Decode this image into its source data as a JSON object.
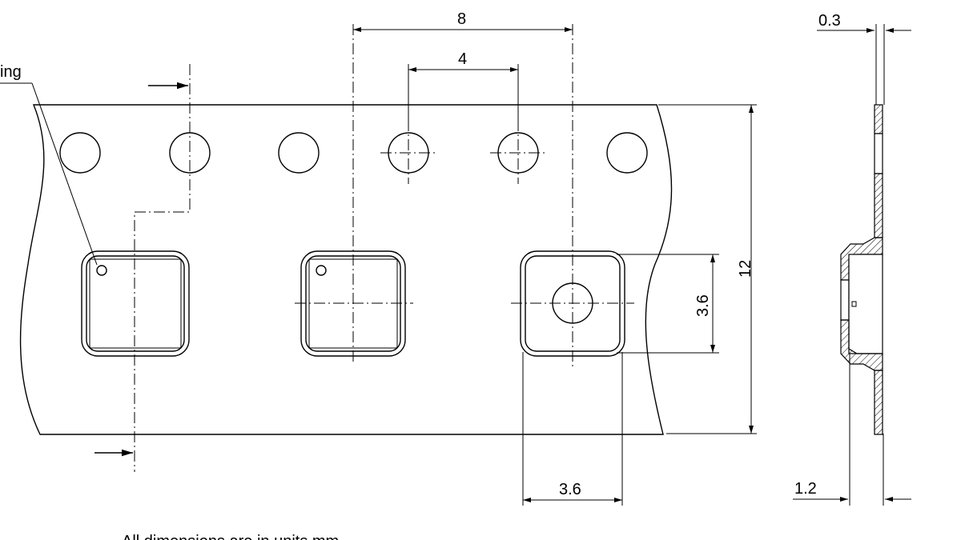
{
  "labels": {
    "pin1_marking": "ing",
    "pitch_8": "8",
    "pitch_4": "4",
    "thickness_03": "0.3",
    "width_12": "12",
    "pocket_36_v": "3.6",
    "pocket_36_h": "3.6",
    "depth_12": "1.2",
    "footnote": "All dimensions are in units mm"
  }
}
